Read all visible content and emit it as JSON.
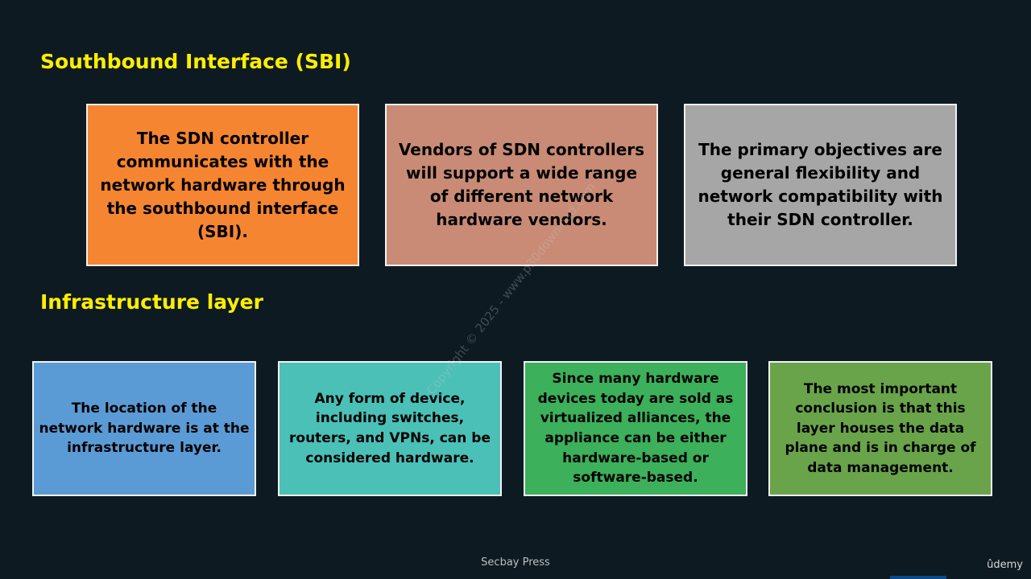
{
  "sections": {
    "sbi_title": "Southbound Interface (SBI)",
    "infra_title": "Infrastructure layer"
  },
  "sbi_boxes": [
    {
      "text": "The SDN controller communicates with the network hardware through the southbound interface (SBI).",
      "color": "#f68532"
    },
    {
      "text": "Vendors of SDN controllers will support a wide range of different network hardware vendors.",
      "color": "#c98b75"
    },
    {
      "text": "The primary objectives are general flexibility and network compatibility with their SDN controller.",
      "color": "#a6a6a6"
    }
  ],
  "infra_boxes": [
    {
      "text": "The location of the network hardware is at the infrastructure layer.",
      "color": "#5b9bd5"
    },
    {
      "text": "Any form of device, including switches, routers, and VPNs, can be considered hardware.",
      "color": "#4bc0b7"
    },
    {
      "text": "Since many hardware devices today are sold as virtualized alliances, the appliance can be either hardware-based or software-based.",
      "color": "#3cb05a"
    },
    {
      "text": "The most important conclusion is that this layer houses the data plane and is in charge of data management.",
      "color": "#6aa44a"
    }
  ],
  "watermark": "Copyright © 2025 - www.p30download.com",
  "footer": "Secbay Press",
  "brand": "ûdemy",
  "theme": {
    "background": "#0d1a21",
    "title_color": "#ffee00"
  }
}
